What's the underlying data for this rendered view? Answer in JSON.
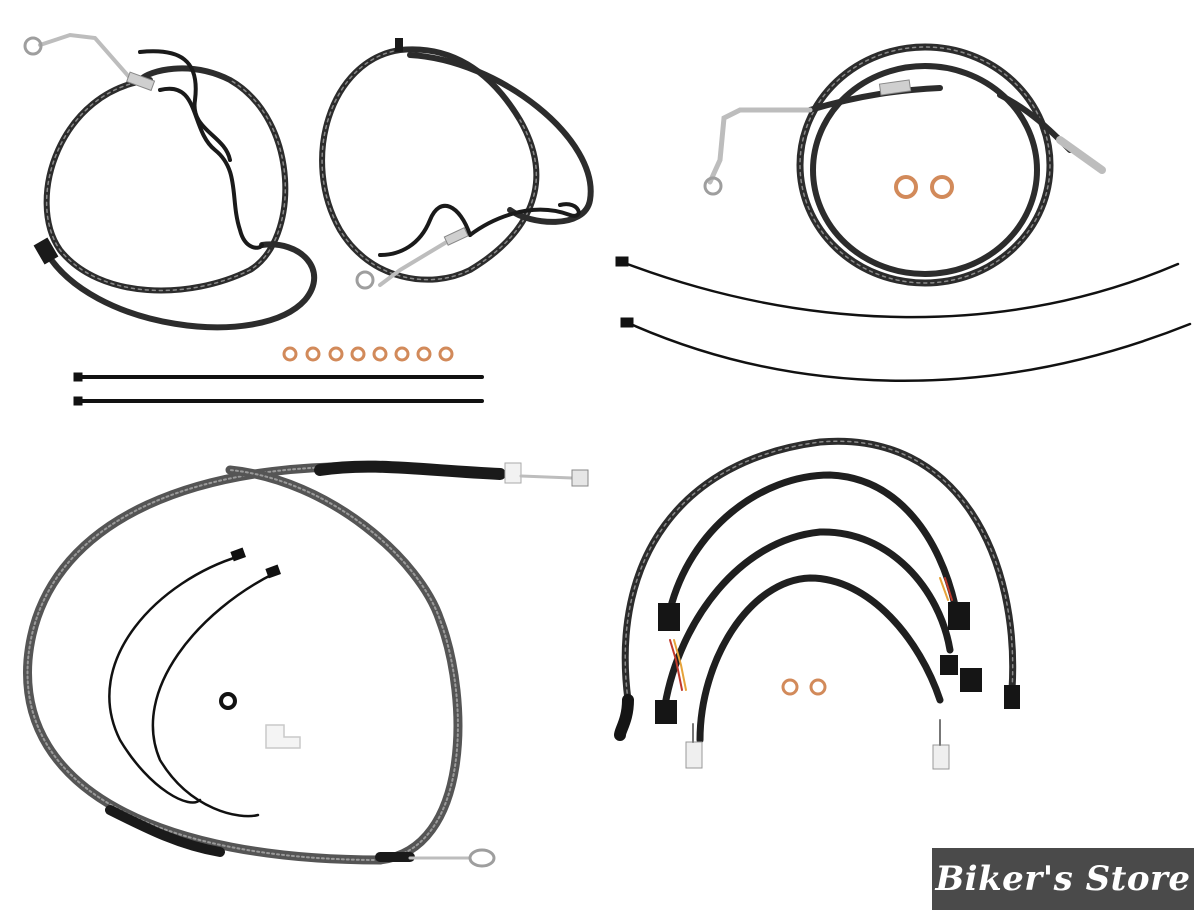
{
  "watermark": {
    "text": "Biker's Store"
  },
  "colors": {
    "background": "#ffffff",
    "braided_line": "#2c2c2c",
    "braid_highlight": "#8a8a8a",
    "chrome": "#bdbdbd",
    "copper": "#d28a5a",
    "watermark_bg": "#4a4a4a"
  },
  "items": [
    "brake-line-upper-left",
    "brake-line-upper-center",
    "brake-line-upper-right",
    "clutch-cable",
    "wiring-harness-extensions",
    "cable-ties",
    "copper-crush-washers",
    "o-ring",
    "connector-clip"
  ]
}
